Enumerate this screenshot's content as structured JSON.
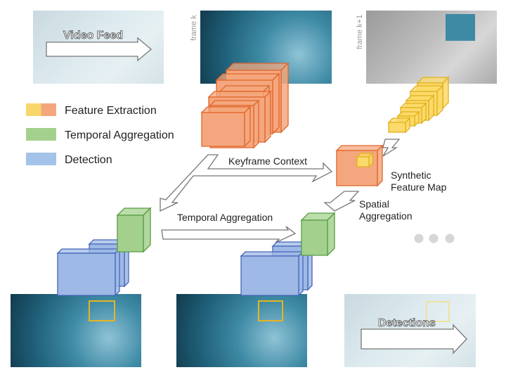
{
  "images": {
    "video_feed_label": "Video Feed",
    "frame_k_label": "frame k",
    "frame_k1_label": "frame k+1",
    "detections_label": "Detections"
  },
  "legend": [
    {
      "label": "Feature Extraction",
      "colors": [
        "#f9d66b",
        "#f4a77e"
      ]
    },
    {
      "label": "Temporal Aggregation",
      "colors": [
        "#a3d18d"
      ]
    },
    {
      "label": "Detection",
      "colors": [
        "#a3c3e8"
      ]
    }
  ],
  "labels": {
    "keyframe_context": "Keyframe Context",
    "synthetic_feature_map": "Synthetic\nFeature Map",
    "synthetic": "Synthetic",
    "feature_map": "Feature Map",
    "spatial": "Spatial",
    "aggregation": "Aggregation",
    "temporal_aggregation": "Temporal Aggregation"
  },
  "colors": {
    "orange": "#f4a77e",
    "orange_edge": "#e0652a",
    "yellow": "#fbd96a",
    "yellow_edge": "#e0b21c",
    "green": "#a3d18d",
    "green_edge": "#5a9c44",
    "blue": "#9fb9e6",
    "blue_edge": "#4466b8"
  }
}
